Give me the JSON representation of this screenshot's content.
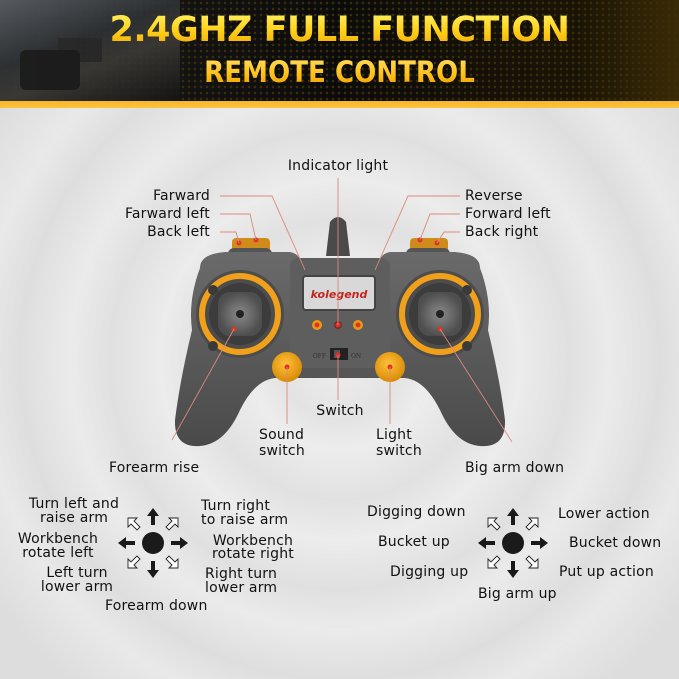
{
  "header": {
    "title_line1": "2.4GHZ FULL FUNCTION",
    "title_line2": "REMOTE CONTROL",
    "title_color": "#ffc21a",
    "stripe_color": "#f6b62a"
  },
  "controller": {
    "brand": "kolegend",
    "switch_left": "OFF",
    "switch_right": "ON",
    "body_color": "#5a5a5a",
    "accent_color": "#f0a01a",
    "dot_color": "#e0322a"
  },
  "callouts": {
    "indicator_light": "Indicator light",
    "left_shoulder": [
      "Farward",
      "Farward left",
      "Back left"
    ],
    "right_shoulder": [
      "Reverse",
      "Forward left",
      "Back right"
    ],
    "switch": "Switch",
    "sound_switch": [
      "Sound",
      "switch"
    ],
    "light_switch": [
      "Light",
      "switch"
    ],
    "forearm_rise": "Forearm rise",
    "big_arm_down": "Big arm down"
  },
  "left_stick": {
    "up_left": [
      "Turn left and",
      "raise arm"
    ],
    "left": [
      "Workbench",
      "rotate left"
    ],
    "down_left": [
      "Left turn",
      "lower arm"
    ],
    "up_right": [
      "Turn right",
      "to raise arm"
    ],
    "right": [
      "Workbench",
      "rotate right"
    ],
    "down_right": [
      "Right turn",
      "lower arm"
    ],
    "down": "Forearm down"
  },
  "right_stick": {
    "up_left": "Digging down",
    "left": "Bucket up",
    "down_left": "Digging up",
    "up_right": "Lower action",
    "right": "Bucket down",
    "down_right": "Put up action",
    "down": "Big arm up"
  }
}
